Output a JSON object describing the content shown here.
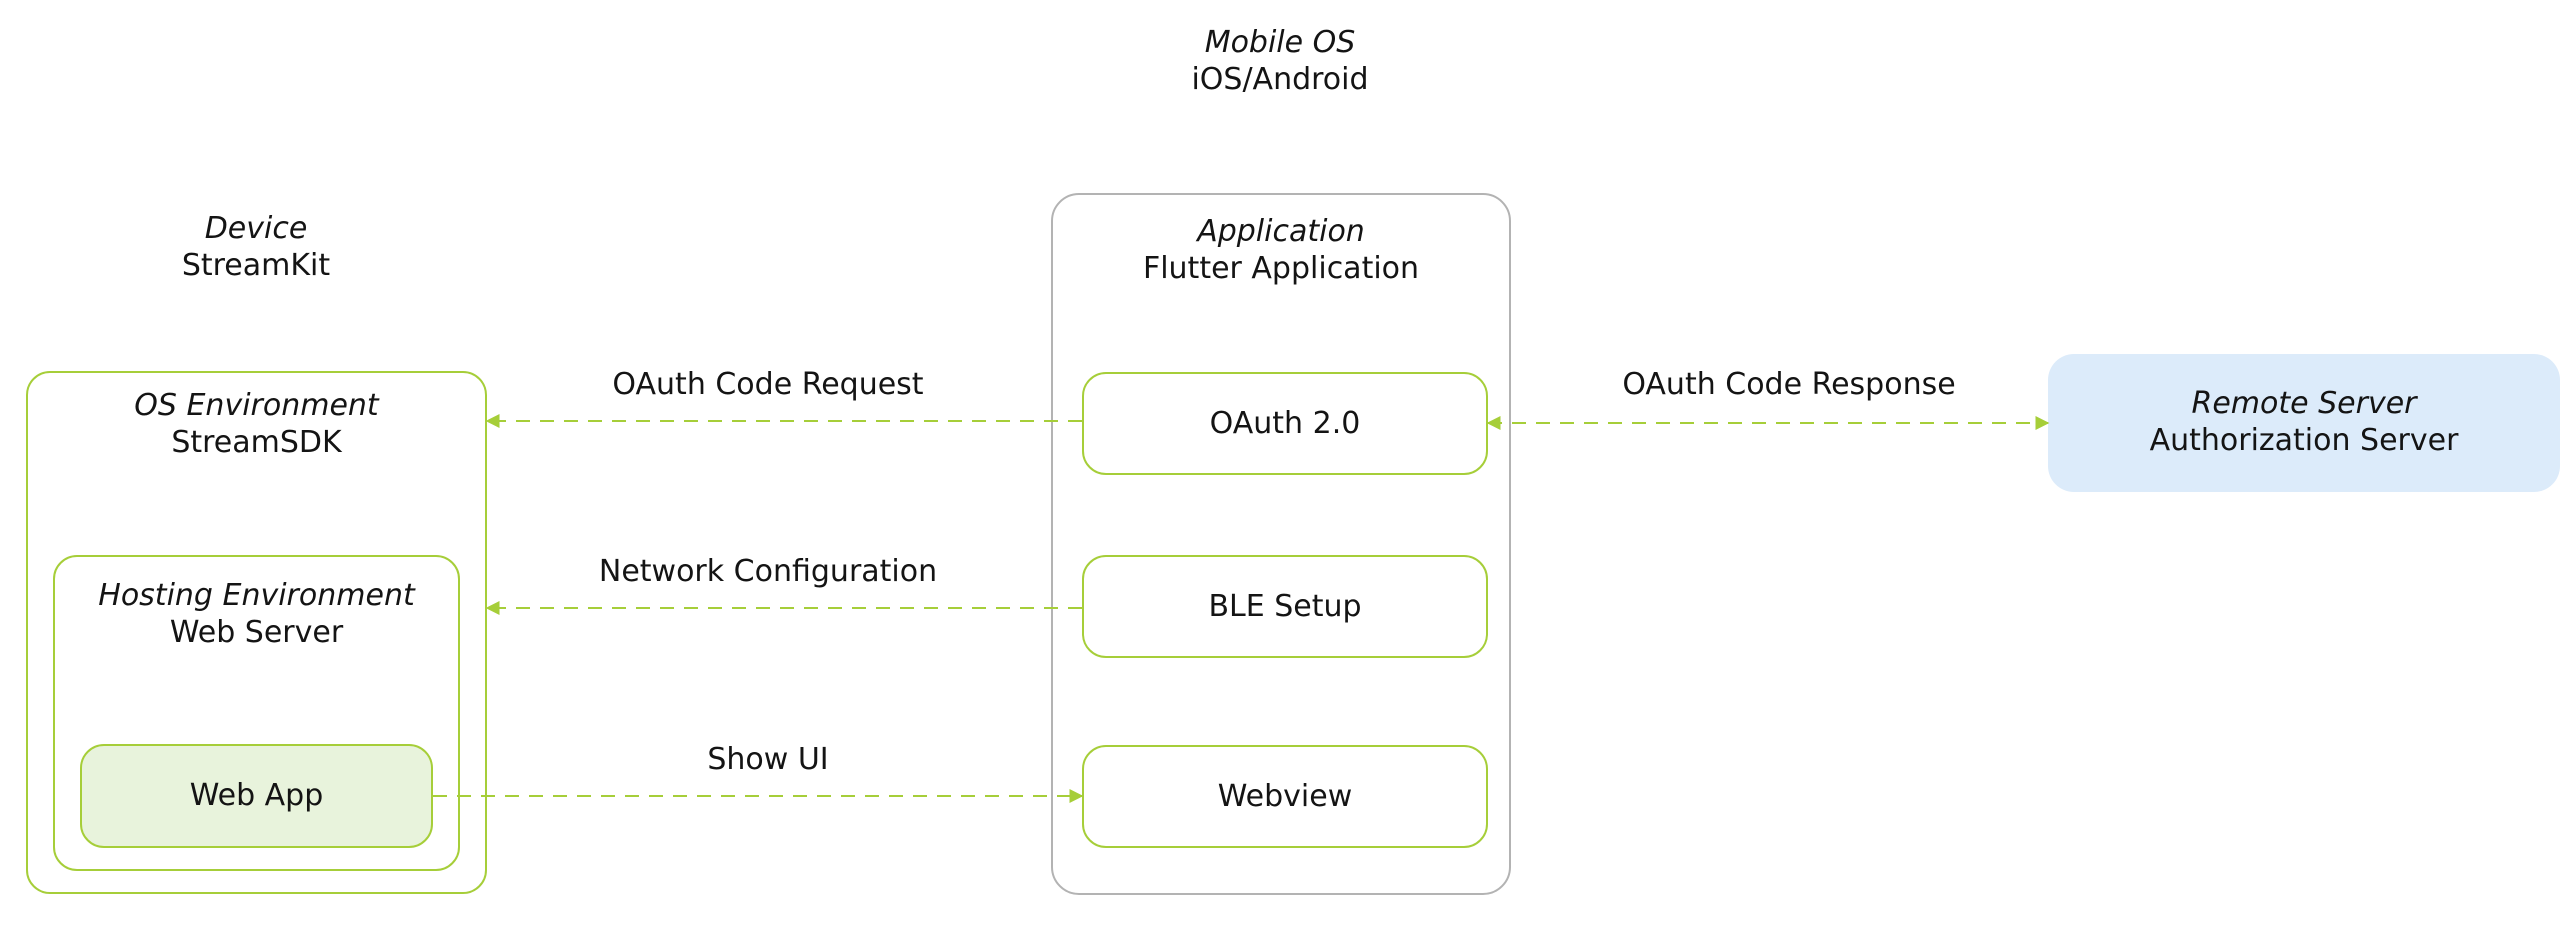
{
  "groups": {
    "mobile_os": {
      "type": "Mobile OS",
      "name": "iOS/Android"
    },
    "device": {
      "type": "Device",
      "name": "StreamKit"
    },
    "application": {
      "type": "Application",
      "name": "Flutter Application"
    },
    "os_environment": {
      "type": "OS Environment",
      "name": "StreamSDK"
    },
    "hosting_environment": {
      "type": "Hosting Environment",
      "name": "Web Server"
    },
    "remote_server": {
      "type": "Remote Server",
      "name": "Authorization Server"
    }
  },
  "nodes": {
    "oauth": "OAuth 2.0",
    "ble_setup": "BLE Setup",
    "webview": "Webview",
    "web_app": "Web App"
  },
  "edges": {
    "oauth_code_request": "OAuth Code Request",
    "oauth_code_response": "OAuth Code Response",
    "network_configuration": "Network Configuration",
    "show_ui": "Show UI"
  },
  "colors": {
    "accent_green": "#a6ce39",
    "green_fill": "#e8f3dc",
    "blue_fill": "#dcebfa",
    "container_border": "#b3b3b3"
  }
}
